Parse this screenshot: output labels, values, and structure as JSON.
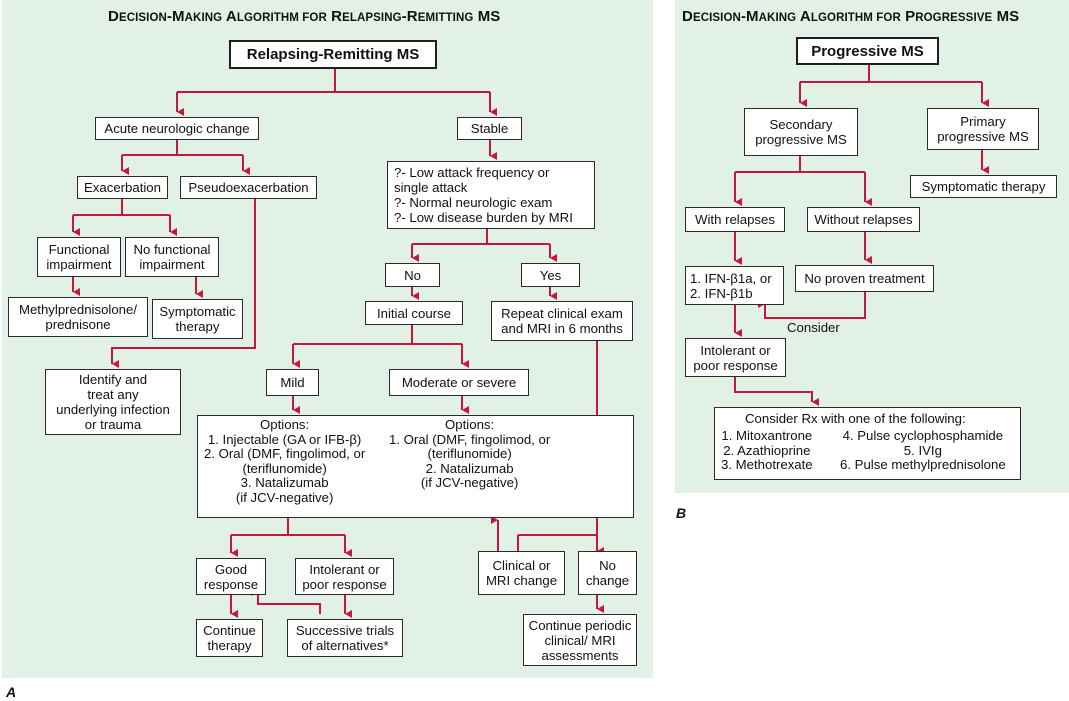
{
  "panel_a": {
    "title_big1": "D",
    "title_small1": "ECISION",
    "title_mid": "-M",
    "title_small2": "AKING",
    "title_big2": " A",
    "title_small3": "LGORITHM FOR",
    "title_big3": " R",
    "title_small4": "ELAPSING",
    "title_mid2": "-R",
    "title_small5": "EMITTING",
    "title_end": " MS",
    "letter": "A",
    "nodes": {
      "root": "Relapsing-Remitting MS",
      "acute": "Acute neurologic change",
      "stable": "Stable",
      "stable_q": "?- Low attack frequency or\n    single attack\n?- Normal neurologic exam\n?- Low disease burden by MRI",
      "exacerbation": "Exacerbation",
      "pseudo": "Pseudoexacerbation",
      "functional": "Functional\nimpairment",
      "no_functional": "No functional\nimpairment",
      "methyl": "Methylprednisolone/\nprednisone",
      "symptomatic": "Symptomatic\ntherapy",
      "identify": "Identify and\ntreat any\nunderlying infection\nor trauma",
      "no": "No",
      "yes": "Yes",
      "initial": "Initial course",
      "repeat": "Repeat clinical exam\nand MRI in 6 months",
      "mild": "Mild",
      "moderate": "Moderate or severe",
      "options_left": "Options:\n1. Injectable (GA or IFB-β)\n2. Oral (DMF, fingolimod, or\n    (teriflunomide)\n3. Natalizumab\n    (if JCV-negative)",
      "options_right": "Options:\n1. Oral (DMF, fingolimod, or\n    (teriflunomide)\n2. Natalizumab\n    (if JCV-negative)",
      "good": "Good\nresponse",
      "intolerant": "Intolerant or\npoor response",
      "continue": "Continue\ntherapy",
      "successive": "Successive trials\nof alternatives*",
      "clinical": "Clinical or\nMRI change",
      "nochange": "No\nchange",
      "periodic": "Continue periodic\nclinical/ MRI\nassessments"
    }
  },
  "panel_b": {
    "title_big1": "D",
    "title_small1": "ECISION",
    "title_mid": "-M",
    "title_small2": "AKING",
    "title_big2": " A",
    "title_small3": "LGORITHM FOR",
    "title_big3": " P",
    "title_small4": "ROGRESSIVE",
    "title_end": " MS",
    "letter": "B",
    "nodes": {
      "root": "Progressive MS",
      "secondary": "Secondary\nprogressive MS",
      "primary": "Primary\nprogressive MS",
      "symptomatic": "Symptomatic therapy",
      "with": "With relapses",
      "without": "Without relapses",
      "ifn": "1. IFN-β1a, or\n2. IFN-β1b",
      "noproven": "No proven treatment",
      "consider": "Consider",
      "intolerant": "Intolerant or\npoor response",
      "rx_title": "Consider Rx with one of the following:",
      "rx_left": "1. Mitoxantrone\n2. Azathioprine\n3. Methotrexate",
      "rx_right": "4. Pulse cyclophosphamide\n5. IVIg\n6. Pulse methylprednisolone"
    }
  },
  "colors": {
    "panel_bg": "#e2f1e6",
    "line": "#c8173f"
  }
}
